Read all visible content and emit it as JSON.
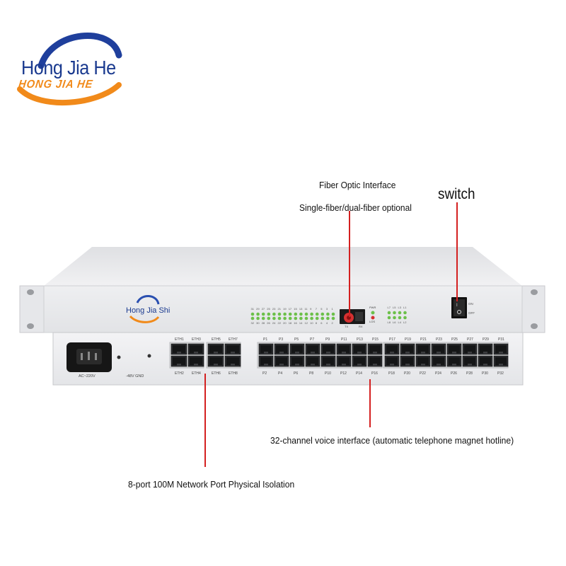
{
  "logo": {
    "name": "Hong Jia He",
    "sub": "HONG JIA HE",
    "colors": {
      "main": "#1a3a8f",
      "accent": "#f18a1a"
    }
  },
  "annotations": {
    "fiber_title": "Fiber Optic Interface",
    "fiber_option": "Single-fiber/dual-fiber optional",
    "switch": "switch",
    "voice": "32-channel voice interface (automatic telephone magnet hotline)",
    "network": "8-port 100M Network Port Physical Isolation"
  },
  "device": {
    "brand": "Hong Jia Shi",
    "power_label": "AC~220V",
    "dc_label": "-48V  GND",
    "switch_on": "ON",
    "switch_off": "OFF",
    "fiber_tx": "TX",
    "fiber_rx": "RX",
    "pwr": "PWR",
    "los": "LOS",
    "led_top_numbers": [
      "31",
      "29",
      "27",
      "25",
      "23",
      "21",
      "19",
      "17",
      "15",
      "13",
      "11",
      "9",
      "7",
      "5",
      "3",
      "1"
    ],
    "led_bottom_numbers": [
      "32",
      "30",
      "28",
      "26",
      "24",
      "22",
      "20",
      "18",
      "16",
      "14",
      "12",
      "10",
      "8",
      "6",
      "4",
      "2"
    ],
    "lan_led_top": [
      "L7",
      "L5",
      "L3",
      "L1"
    ],
    "lan_led_bottom": [
      "L8",
      "L6",
      "L4",
      "L2"
    ],
    "eth_top": [
      "ETH1",
      "ETH3",
      "ETH5",
      "ETH7"
    ],
    "eth_bottom": [
      "ETH2",
      "ETH4",
      "ETH6",
      "ETH8"
    ],
    "phone_top": [
      "P1",
      "P3",
      "P5",
      "P7",
      "P9",
      "P11",
      "P13",
      "P15",
      "P17",
      "P19",
      "P21",
      "P23",
      "P25",
      "P27",
      "P29",
      "P31"
    ],
    "phone_bottom": [
      "P2",
      "P4",
      "P6",
      "P8",
      "P10",
      "P12",
      "P14",
      "P16",
      "P18",
      "P20",
      "P22",
      "P24",
      "P26",
      "P28",
      "P30",
      "P32"
    ],
    "colors": {
      "chassis": "#e9eaec",
      "led": "#6cc04a",
      "annotation_line": "#d42020"
    }
  }
}
